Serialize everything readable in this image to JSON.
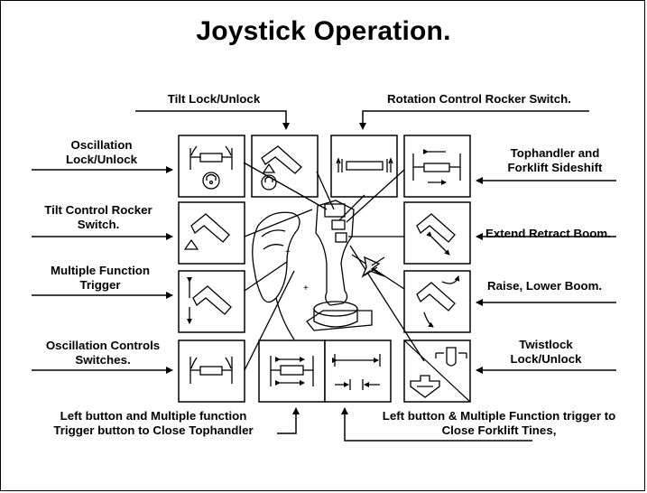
{
  "title": "Joystick Operation.",
  "labels": {
    "tilt_lock": "Tilt Lock/Unlock",
    "rotation_control": "Rotation Control Rocker Switch.",
    "oscillation_lock_l1": "Oscillation",
    "oscillation_lock_l2": "Lock/Unlock",
    "tophandler_sideshift_l1": "Tophandler and",
    "tophandler_sideshift_l2": "Forklift Sideshift",
    "tilt_control_l1": "Tilt Control Rocker",
    "tilt_control_l2": "Switch.",
    "extend_retract": "Extend Retract Boom.",
    "multiple_function_l1": "Multiple Function",
    "multiple_function_l2": "Trigger",
    "raise_lower": "Raise, Lower Boom.",
    "oscillation_controls_l1": "Oscillation Controls",
    "oscillation_controls_l2": "Switches.",
    "twistlock_l1": "Twistlock",
    "twistlock_l2": "Lock/Unlock",
    "left_button_tophandler_l1": "Left button and Multiple function",
    "left_button_tophandler_l2": "Trigger button to Close Tophandler",
    "left_button_forklift_l1": "Left button & Multiple Function trigger to",
    "left_button_forklift_l2": "Close Forklift Tines,"
  }
}
